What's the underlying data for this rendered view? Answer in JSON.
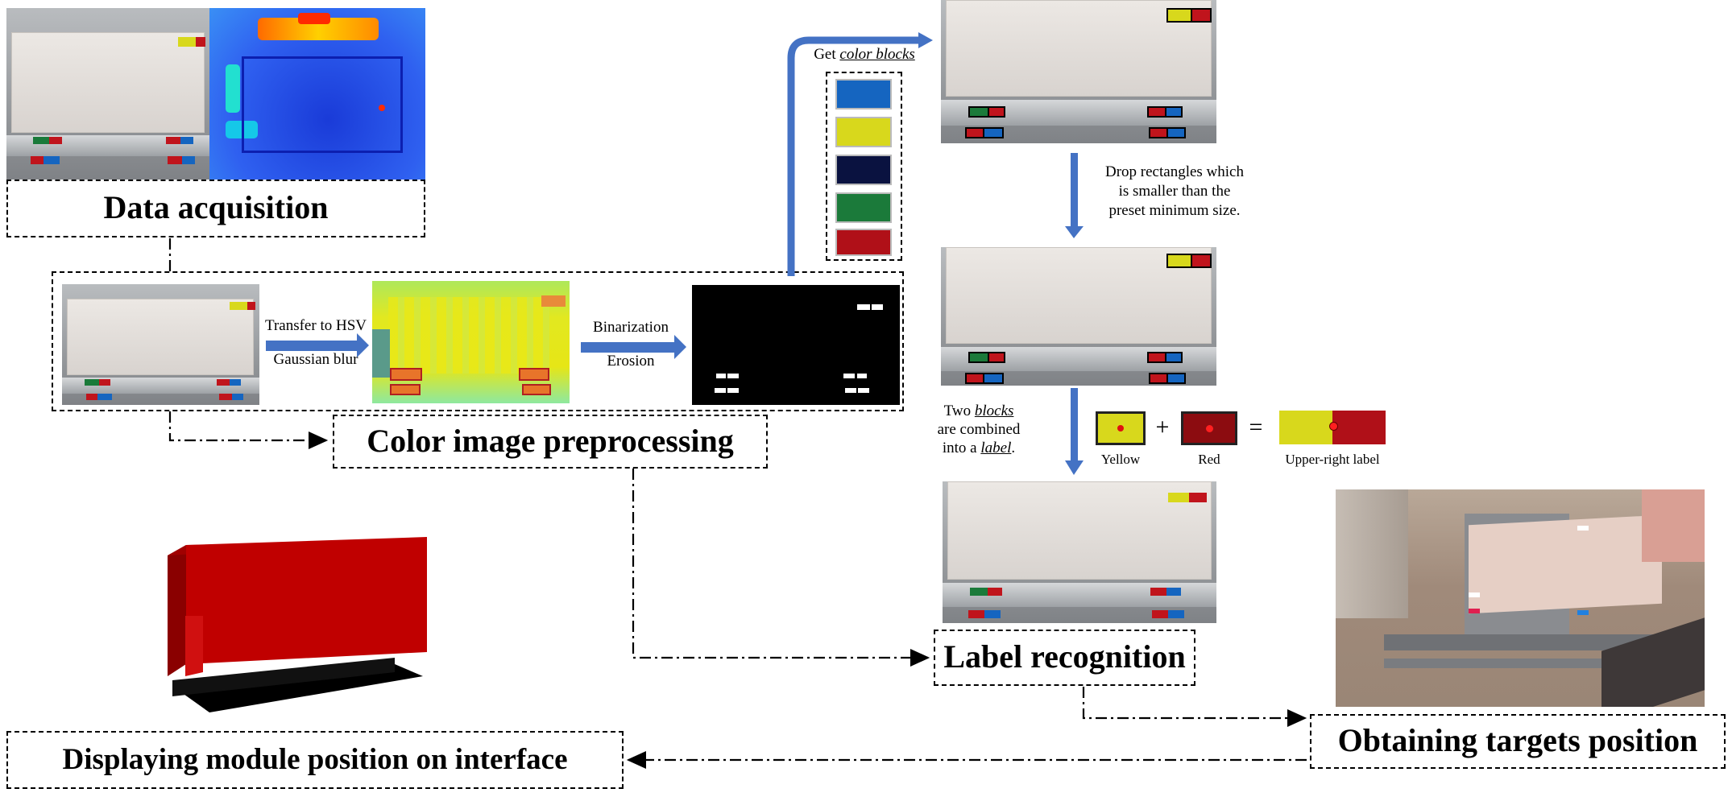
{
  "stages": {
    "data_acquisition": "Data acquisition",
    "color_preprocessing": "Color image preprocessing",
    "label_recognition": "Label recognition",
    "targets_position": "Obtaining targets position",
    "displaying": "Displaying module position on interface"
  },
  "steps": {
    "transfer_hsv": "Transfer to HSV",
    "gaussian_blur": "Gaussian blur",
    "binarization": "Binarization",
    "erosion": "Erosion",
    "get_prefix": "Get ",
    "color_blocks": "color blocks",
    "drop_line1": "Drop rectangles which",
    "drop_line2": "is smaller than the",
    "drop_line3": "preset minimum size.",
    "two": "Two ",
    "blocks": "blocks",
    "combined": "are combined",
    "into_a": "into a ",
    "label_word": "label",
    "period": "."
  },
  "combine": {
    "plus": "+",
    "equals": "=",
    "yellow_caption": "Yellow",
    "red_caption": "Red",
    "result_caption": "Upper-right label"
  },
  "colors": {
    "arrow_blue": "#4472c4",
    "block_blue": "#1565c0",
    "block_yellow": "#d8d81c",
    "block_navy": "#0a1240",
    "block_green": "#1b7a3a",
    "block_red": "#b01018",
    "model_red": "#c00000"
  }
}
